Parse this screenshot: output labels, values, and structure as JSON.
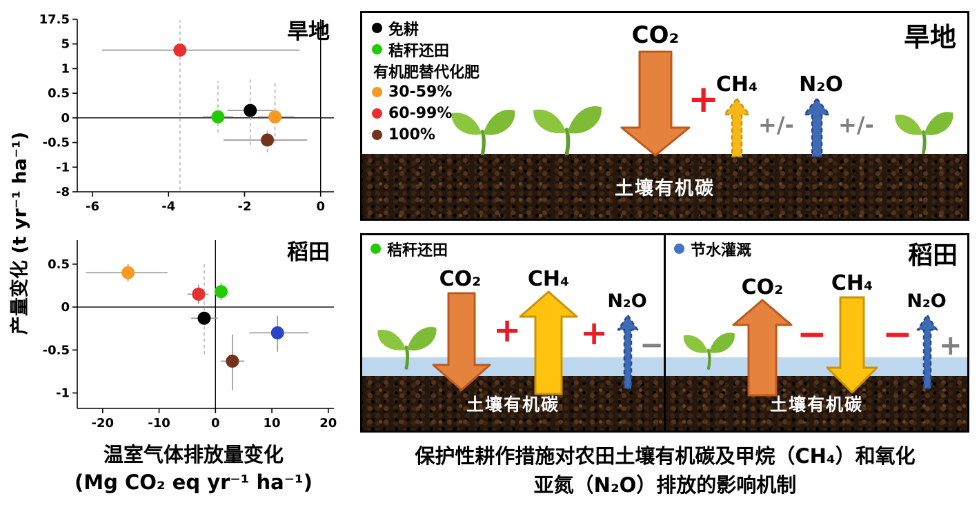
{
  "colors": {
    "orange_arrow": "#E5823E",
    "orange_stroke": "#BC5A1E",
    "yellow_arrow": "#FFC20E",
    "yellow_small": "#F7B717",
    "yellow_stroke": "#C9940A",
    "blue_arrow": "#3F6BB6",
    "blue_stroke": "#27488C",
    "water": "#BDD7EE",
    "plant": "#8CC63E",
    "plant2": "#7DBC34"
  },
  "axis_labels": {
    "y": "产量变化 (t yr⁻¹ ha⁻¹)",
    "x1": "温室气体排放量变化",
    "x2": "(Mg CO₂ eq yr⁻¹ ha⁻¹)"
  },
  "chart_data": [
    {
      "type": "scatter",
      "title": "旱地",
      "xlabel": "温室气体排放量变化 (Mg CO₂ eq yr⁻¹ ha⁻¹)",
      "ylabel": "产量变化 (t yr⁻¹ ha⁻¹)",
      "x_ticks": [
        -6,
        -4,
        -2,
        0
      ],
      "y_ticks": [
        17.5,
        5,
        1,
        0.5,
        0,
        -0.5,
        -1,
        -8
      ],
      "y_scale": "custom",
      "x_domain": [
        -6.4,
        0.35
      ],
      "zero_x": true,
      "legend_position": "none",
      "grid": false,
      "series": [
        {
          "name": "60-99%",
          "color": "#E8312F",
          "x": -3.7,
          "y": 4,
          "x_err": [
            -5.75,
            -0.55
          ],
          "y_err": [
            -7.5,
            17
          ],
          "y_style": "dashed"
        },
        {
          "name": "秸秆还田",
          "color": "#22CC00",
          "x": -2.7,
          "y": 0.02,
          "x_err": [
            -3.1,
            -2.3
          ],
          "y_err": [
            -0.3,
            0.75
          ],
          "y_style": "dashed"
        },
        {
          "name": "免耕",
          "color": "#000000",
          "x": -1.85,
          "y": 0.15,
          "x_err": [
            -2.45,
            -1.25
          ],
          "y_err": [
            -0.55,
            0.8
          ],
          "y_style": "dashed"
        },
        {
          "name": "30-59%",
          "color": "#F59A23",
          "x": -1.2,
          "y": 0.02,
          "x_err": [
            -1.65,
            -0.7
          ],
          "y_err": [
            -0.5,
            0.75
          ],
          "y_style": "dashed"
        },
        {
          "name": "100%",
          "color": "#73341D",
          "x": -1.4,
          "y": -0.45,
          "x_err": [
            -2.55,
            -0.35
          ],
          "y_err": [
            -0.7,
            -0.2
          ],
          "y_style": "dashed"
        }
      ]
    },
    {
      "type": "scatter",
      "title": "稻田",
      "xlabel": "温室气体排放量变化 (Mg CO₂ eq yr⁻¹ ha⁻¹)",
      "ylabel": "产量变化 (t yr⁻¹ ha⁻¹)",
      "x_ticks": [
        -20,
        -10,
        0,
        10,
        20
      ],
      "y_ticks": [
        0.5,
        0,
        -0.5,
        -1
      ],
      "y_scale": "linear",
      "x_domain": [
        -24.5,
        21
      ],
      "y_domain": [
        0.78,
        -1.18
      ],
      "zero_x": true,
      "legend_position": "none",
      "grid": false,
      "series": [
        {
          "name": "30-59%",
          "color": "#F59A23",
          "x": -15.5,
          "y": 0.4,
          "x_err": [
            -23,
            -8.5
          ],
          "y_err": [
            0.3,
            0.5
          ],
          "y_style": "solid"
        },
        {
          "name": "60-99%",
          "color": "#E8312F",
          "x": -3,
          "y": 0.15,
          "x_err": [
            -5,
            -1.2
          ],
          "y_err": [
            0.04,
            0.26
          ],
          "y_style": "solid"
        },
        {
          "name": "秸秆还田",
          "color": "#22CC00",
          "x": 1,
          "y": 0.18,
          "x_err": [
            0.2,
            1.9
          ],
          "y_err": [
            0.08,
            0.28
          ],
          "y_style": "solid"
        },
        {
          "name": "免耕",
          "color": "#000000",
          "x": -2,
          "y": -0.13,
          "x_err": [
            -4.3,
            0.4
          ],
          "y_err": [
            -0.55,
            0.5
          ],
          "y_style": "dashed"
        },
        {
          "name": "100%",
          "color": "#73341D",
          "x": 3,
          "y": -0.63,
          "x_err": [
            0.9,
            5.1
          ],
          "y_err": [
            -0.97,
            -0.32
          ],
          "y_style": "solid"
        },
        {
          "name": "节水灌溉",
          "color": "#2A46C8",
          "x": 11,
          "y": -0.3,
          "x_err": [
            6,
            16.5
          ],
          "y_err": [
            -0.52,
            -0.1
          ],
          "y_style": "solid"
        }
      ]
    }
  ],
  "panels": {
    "dryland": {
      "title": "旱地",
      "legend": [
        {
          "label": "免耕",
          "color": "#000000"
        },
        {
          "label": "秸秆还田",
          "color": "#22CC00"
        },
        {
          "label": "有机肥替代化肥",
          "color": ""
        },
        {
          "label": "30-59%",
          "color": "#F59A23"
        },
        {
          "label": "60-99%",
          "color": "#E8312F"
        },
        {
          "label": "100%",
          "color": "#73341D"
        }
      ],
      "co2_label": "CO₂",
      "co2_sign": "+",
      "co2_sign_color": "#ED1C24",
      "ch4_label": "CH₄",
      "ch4_sign": "+/-",
      "ch4_sign_color": "#7F7F7F",
      "n2o_label": "N₂O",
      "n2o_sign": "+/-",
      "n2o_sign_color": "#7F7F7F",
      "soil_label": "土壤有机碳"
    },
    "paddy_straw": {
      "legend": [
        {
          "label": "秸秆还田",
          "color": "#22CC00"
        }
      ],
      "co2_label": "CO₂",
      "co2_sign": "+",
      "co2_sign_color": "#ED1C24",
      "ch4_label": "CH₄",
      "ch4_sign": "+",
      "ch4_sign_color": "#ED1C24",
      "n2o_label": "N₂O",
      "n2o_sign": "−",
      "n2o_sign_color": "#7F7F7F",
      "soil_label": "土壤有机碳"
    },
    "paddy_water": {
      "title": "稻田",
      "legend": [
        {
          "label": "节水灌溉",
          "color": "#4472C4"
        }
      ],
      "co2_label": "CO₂",
      "co2_sign": "−",
      "co2_sign_color": "#ED1C24",
      "ch4_label": "CH₄",
      "ch4_sign": "−",
      "ch4_sign_color": "#ED1C24",
      "n2o_label": "N₂O",
      "n2o_sign": "+",
      "n2o_sign_color": "#7F7F7F",
      "soil_label": "土壤有机碳"
    }
  },
  "caption": {
    "line1": "保护性耕作措施对农田土壤有机碳及甲烷（CH₄）和氧化",
    "line2": "亚氮（N₂O）排放的影响机制"
  }
}
